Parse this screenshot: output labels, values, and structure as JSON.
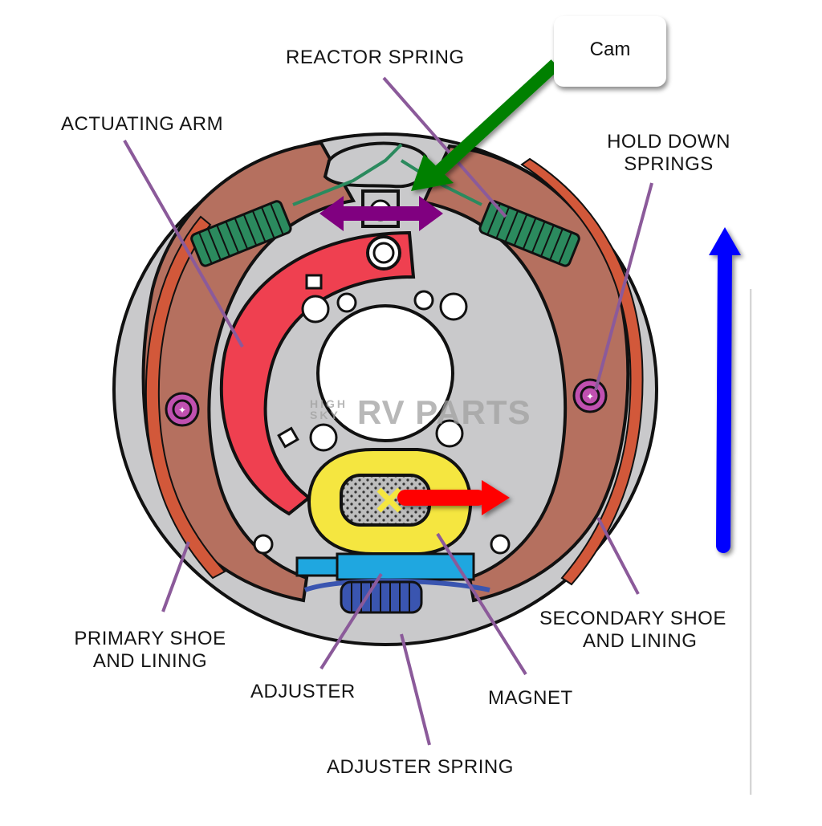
{
  "diagram": {
    "subject": "Electric drum brake assembly",
    "labels": {
      "reactor_spring": "REACTOR SPRING",
      "actuating_arm": "ACTUATING ARM",
      "hold_down_springs_1": "HOLD DOWN",
      "hold_down_springs_2": "SPRINGS",
      "primary_shoe_1": "PRIMARY SHOE",
      "primary_shoe_2": "AND LINING",
      "secondary_shoe_1": "SECONDARY SHOE",
      "secondary_shoe_2": "AND LINING",
      "adjuster": "ADJUSTER",
      "magnet": "MAGNET",
      "adjuster_spring": "ADJUSTER SPRING"
    },
    "callout": {
      "text": "Cam"
    },
    "watermark": {
      "small": "HIGH SKY",
      "large": "RV PARTS"
    },
    "annotations": [
      {
        "type": "arrow",
        "color": "#008000",
        "meaning": "points from Cam callout to cam"
      },
      {
        "type": "double-arrow",
        "color": "#800080",
        "meaning": "cam spread motion"
      },
      {
        "type": "arrow",
        "color": "#ff0000",
        "meaning": "magnet pull direction"
      },
      {
        "type": "arrow",
        "color": "#0000ff",
        "meaning": "drum rotation direction (up)"
      }
    ],
    "colors": {
      "backing_plate": "#c9c9cb",
      "shoe": "#b5705f",
      "lining": "#d2583a",
      "actuating_arm": "#ef4050",
      "spring_green": "#2b8a5e",
      "magnet": "#f5e640",
      "adjuster": "#1fa7e0",
      "adjuster_spring": "#3a55b0",
      "hold_down": "#c050b0",
      "leader_line": "#8b5a9a"
    }
  }
}
